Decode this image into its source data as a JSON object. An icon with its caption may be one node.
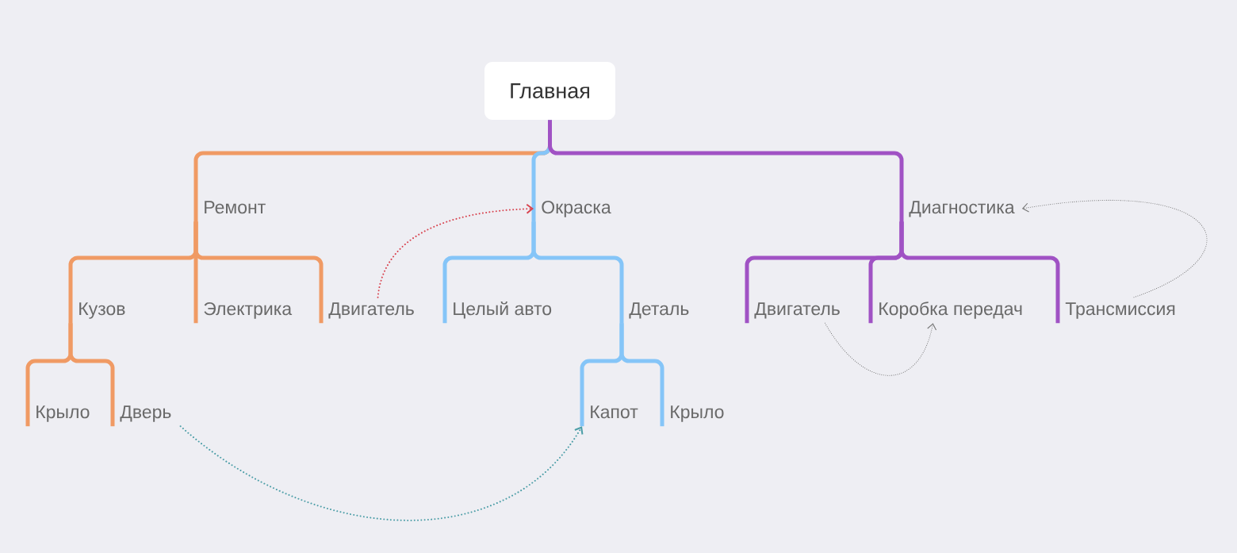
{
  "diagram": {
    "nodes": [
      {
        "text": [
          "Главная"
        ]
      },
      {
        "text": [
          "Ремонт"
        ]
      },
      {
        "text": [
          "Окраска"
        ]
      },
      {
        "text": [
          "Диагностика"
        ]
      },
      {
        "text": [
          "Кузов"
        ]
      },
      {
        "text": [
          "Электрика"
        ]
      },
      {
        "text": [
          "Двигатель"
        ]
      },
      {
        "text": [
          "Целый авто"
        ]
      },
      {
        "text": [
          "Деталь"
        ]
      },
      {
        "text": [
          "Двигатель"
        ]
      },
      {
        "text": [
          "Коробка передач"
        ]
      },
      {
        "text": [
          "Трансмиссия"
        ]
      },
      {
        "text": [
          "Крыло"
        ]
      },
      {
        "text": [
          "Дверь"
        ]
      },
      {
        "text": [
          "Капот"
        ]
      },
      {
        "text": [
          "Крыло"
        ]
      }
    ],
    "edges": [
      {
        "from": 0,
        "to": 1,
        "arrow": "none",
        "color": "#f09a64"
      },
      {
        "from": 0,
        "to": 2,
        "arrow": "none",
        "color": "#85c5f8"
      },
      {
        "from": 0,
        "to": 3,
        "arrow": "none",
        "color": "#a052c4"
      },
      {
        "from": 1,
        "to": 4,
        "arrow": "none",
        "color": "#f09a64"
      },
      {
        "from": 1,
        "to": 5,
        "arrow": "none",
        "color": "#f09a64"
      },
      {
        "from": 1,
        "to": 6,
        "arrow": "none",
        "color": "#f09a64"
      },
      {
        "from": 2,
        "to": 7,
        "arrow": "none",
        "color": "#85c5f8"
      },
      {
        "from": 2,
        "to": 8,
        "arrow": "none",
        "color": "#85c5f8"
      },
      {
        "from": 3,
        "to": 9,
        "arrow": "none",
        "color": "#a052c4"
      },
      {
        "from": 3,
        "to": 10,
        "arrow": "none",
        "color": "#a052c4"
      },
      {
        "from": 3,
        "to": 11,
        "arrow": "none",
        "color": "#a052c4"
      },
      {
        "from": 4,
        "to": 12,
        "arrow": "none",
        "color": "#f09a64"
      },
      {
        "from": 4,
        "to": 13,
        "arrow": "none",
        "color": "#f09a64"
      },
      {
        "from": 8,
        "to": 14,
        "arrow": "none",
        "color": "#85c5f8"
      },
      {
        "from": 8,
        "to": 15,
        "arrow": "none",
        "color": "#85c5f8"
      },
      {
        "from": 6,
        "to": 2,
        "arrow": "to",
        "style": "dashed",
        "color": "#d8434f"
      },
      {
        "from": 13,
        "to": 14,
        "arrow": "to",
        "style": "dashed",
        "color": "#4a9da6"
      },
      {
        "from": 9,
        "to": 10,
        "arrow": "to",
        "style": "dashed",
        "color": "#777777"
      },
      {
        "from": 11,
        "to": 3,
        "arrow": "to",
        "style": "dashed",
        "color": "#777777"
      }
    ]
  }
}
